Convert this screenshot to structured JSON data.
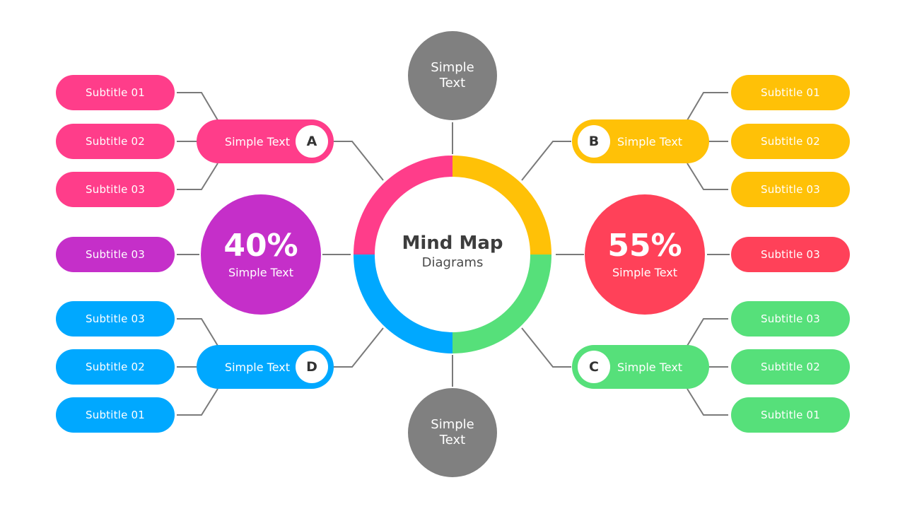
{
  "colors": {
    "pink": "#FF3D8A",
    "yellow": "#FFC107",
    "green": "#56E07A",
    "blue": "#00A8FF",
    "purple": "#C52FC9",
    "red": "#FF4159",
    "grey": "#808080",
    "connector": "#7a7a7a",
    "title_text": "#3d3d3d"
  },
  "center": {
    "title": "Mind Map",
    "subtitle": "Diagrams",
    "ring_segments": [
      "pink",
      "yellow",
      "green",
      "blue"
    ]
  },
  "top_node": {
    "line1": "Simple",
    "line2": "Text"
  },
  "bottom_node": {
    "line1": "Simple",
    "line2": "Text"
  },
  "branches": {
    "A": {
      "letter": "A",
      "label": "Simple Text",
      "color": "pink",
      "subtitles": [
        "Subtitle 01",
        "Subtitle 02",
        "Subtitle 03"
      ]
    },
    "B": {
      "letter": "B",
      "label": "Simple Text",
      "color": "yellow",
      "subtitles": [
        "Subtitle 01",
        "Subtitle 02",
        "Subtitle 03"
      ]
    },
    "C": {
      "letter": "C",
      "label": "Simple Text",
      "color": "green",
      "subtitles": [
        "Subtitle 03",
        "Subtitle 02",
        "Subtitle 01"
      ]
    },
    "D": {
      "letter": "D",
      "label": "Simple Text",
      "color": "blue",
      "subtitles": [
        "Subtitle 03",
        "Subtitle 02",
        "Subtitle 01"
      ]
    }
  },
  "stats": {
    "left": {
      "value": "40%",
      "label": "Simple Text",
      "color": "purple",
      "subtitle": "Subtitle 03"
    },
    "right": {
      "value": "55%",
      "label": "Simple Text",
      "color": "red",
      "subtitle": "Subtitle 03"
    }
  }
}
